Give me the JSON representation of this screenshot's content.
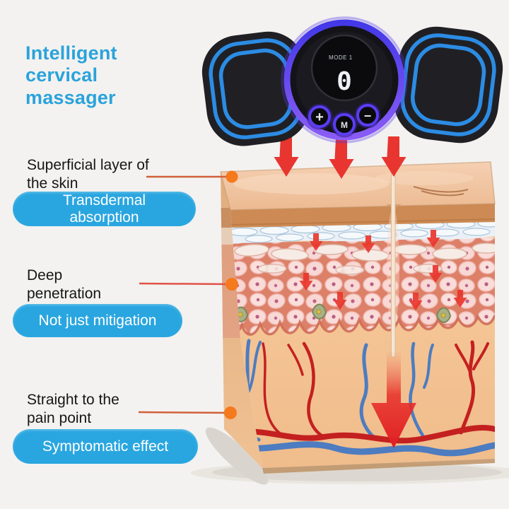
{
  "page": {
    "background": "#f3f2f0"
  },
  "title": {
    "text": "Intelligent cervical massager",
    "color": "#2aa3db"
  },
  "device": {
    "kind": "cervical massager with butterfly electrode pads",
    "screen": {
      "mode_label": "MODE 1",
      "display_value": "0"
    },
    "buttons": [
      {
        "name": "increase",
        "glyph": "+"
      },
      {
        "name": "mode",
        "glyph": "M"
      },
      {
        "name": "decrease",
        "glyph": "−"
      }
    ],
    "colors": {
      "pad": "#202024",
      "pad_outline": "#2c8ce4",
      "ring_glow": "#6a46f2"
    }
  },
  "annotations": [
    {
      "label": "Superficial layer of the skin",
      "pill": "Transdermal absorption"
    },
    {
      "label": "Deep penetration",
      "pill": "Not just mitigation"
    },
    {
      "label": "Straight to the pain point",
      "pill": "Symptomatic effect"
    }
  ],
  "diagram": {
    "subject": "skin cross-section showing massage penetration depth",
    "colors": {
      "pill_blue": "#29a6e0",
      "arrow_red": "#e63430",
      "leader_dot_orange": "#f5791d",
      "epidermis": "#c8854f",
      "skin_top": "#f0c2a2",
      "dermis": "#f6c795",
      "cell_pink": "#f8d8d4",
      "vein_blue": "#4d7cc0",
      "artery_red": "#c42020"
    }
  }
}
